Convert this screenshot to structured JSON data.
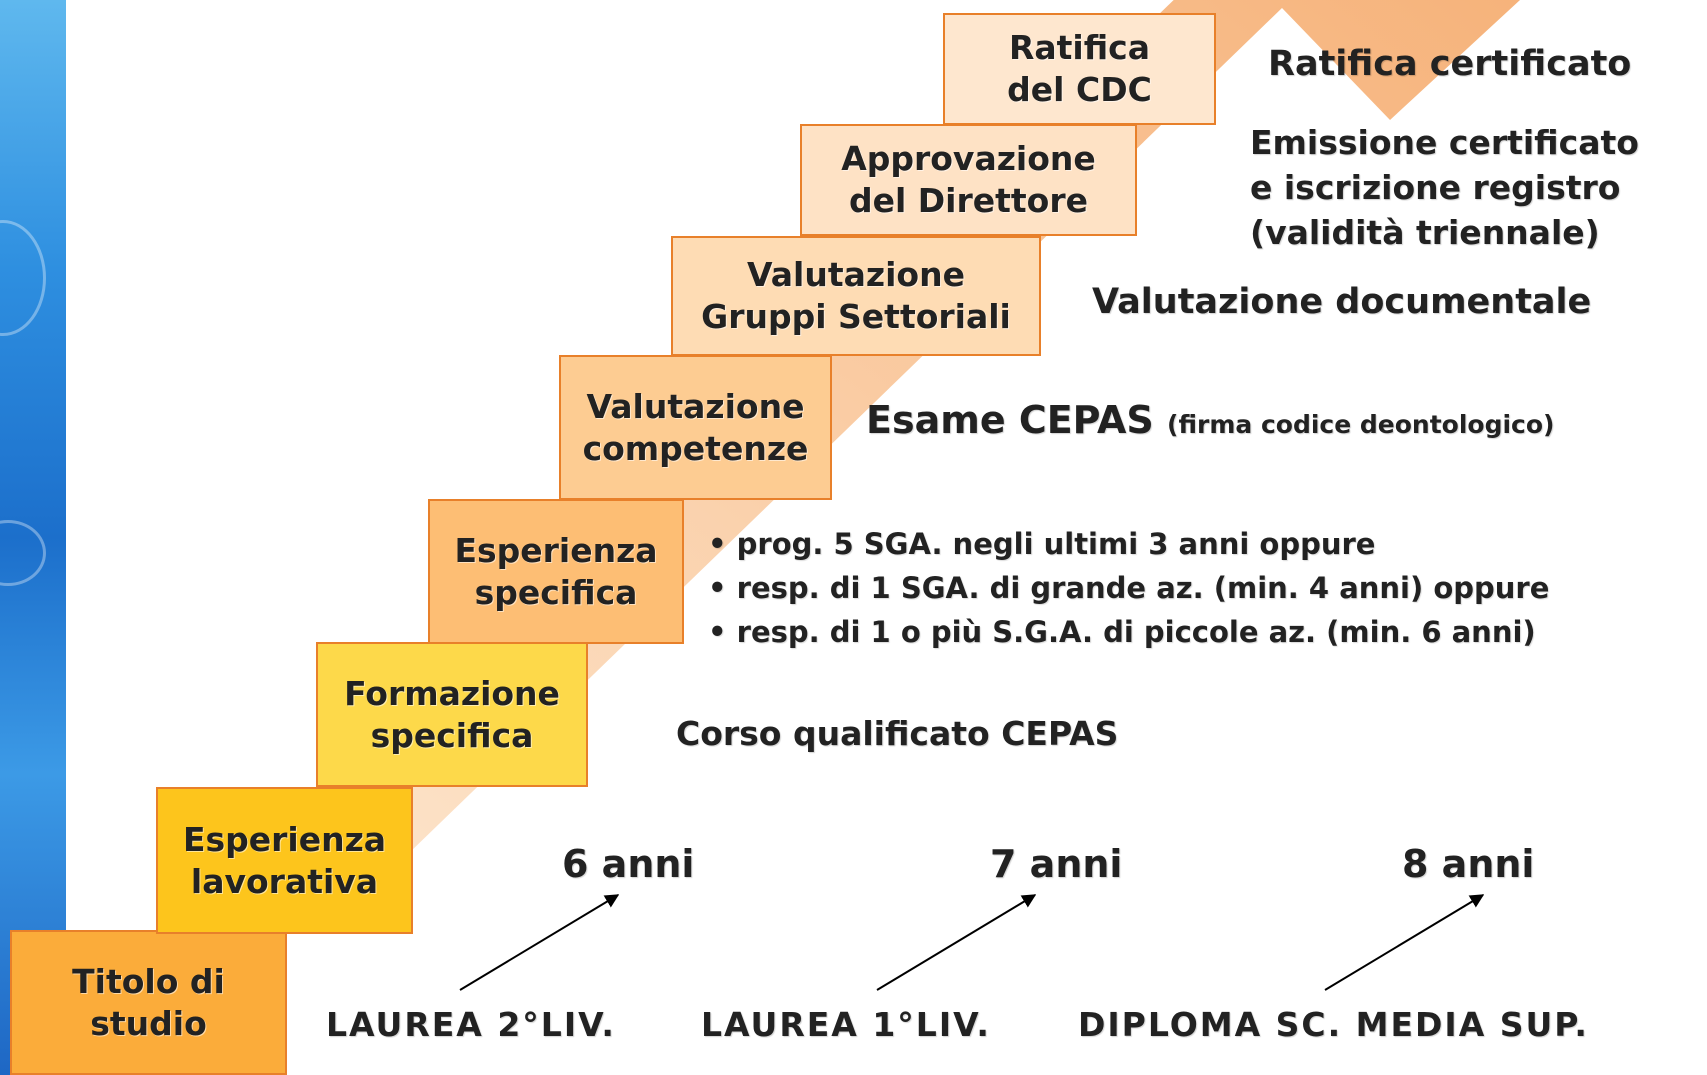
{
  "steps": [
    {
      "label": "Titolo di\nstudio",
      "color": "#fbac3a"
    },
    {
      "label": "Esperienza\nlavorativa",
      "color": "#fdc51c"
    },
    {
      "label": "Formazione\nspecifica",
      "color": "#fdd94a"
    },
    {
      "label": "Esperienza\nspecifica",
      "color": "#fdbe74"
    },
    {
      "label": "Valutazione\ncompetenze",
      "color": "#fdcc92"
    },
    {
      "label": "Valutazione\nGruppi Settoriali",
      "color": "#fedcb4"
    },
    {
      "label": "Approvazione\ndel Direttore",
      "color": "#fee2c5"
    },
    {
      "label": "Ratifica\ndel CDC",
      "color": "#fee7cf"
    }
  ],
  "descriptions": {
    "ratifica": "Ratifica certificato",
    "emissione": "Emissione certificato\ne iscrizione registro\n(validità triennale)",
    "documentale": "Valutazione documentale",
    "esame_main": "Esame CEPAS",
    "esame_note": "(firma codice deontologico)",
    "corso": "Corso qualificato CEPAS",
    "bullets": [
      "prog. 5 SGA. negli ultimi 3 anni oppure",
      "resp. di 1 SGA. di grande az. (min. 4 anni) oppure",
      "resp. di 1 o più S.G.A. di piccole az. (min. 6 anni)"
    ]
  },
  "durations": [
    {
      "years": "6 anni",
      "degree": "LAUREA 2°LIV."
    },
    {
      "years": "7 anni",
      "degree": "LAUREA 1°LIV."
    },
    {
      "years": "8 anni",
      "degree": "DIPLOMA SC. MEDIA SUP."
    }
  ],
  "colors": {
    "arrow_start": "#fde3c8",
    "arrow_end": "#f5a96a",
    "step_border": "#e8802a",
    "sidebar": "#2e8fe0"
  }
}
